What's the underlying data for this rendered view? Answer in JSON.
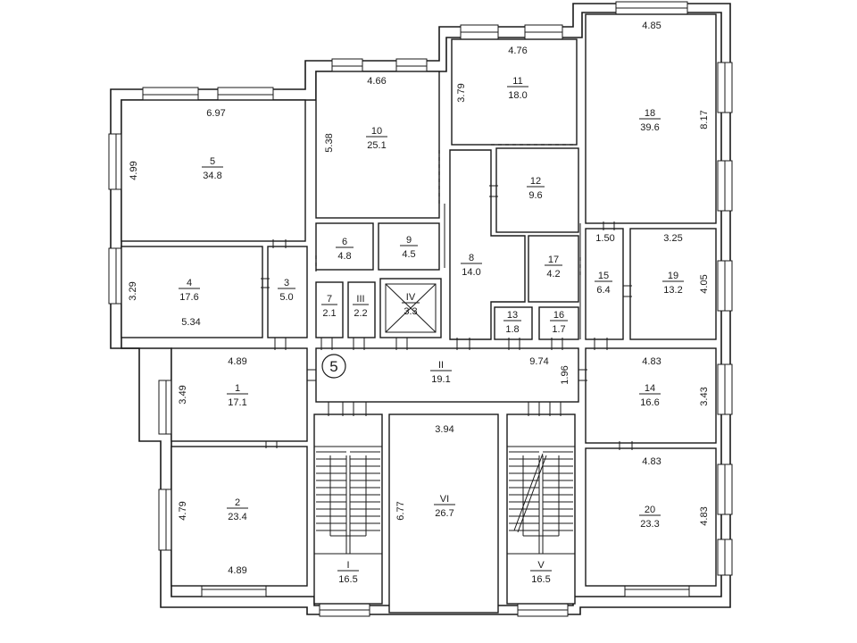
{
  "floor_marker": "5",
  "rooms": [
    {
      "id": "r5",
      "number": "5",
      "area": "34.8"
    },
    {
      "id": "r10",
      "number": "10",
      "area": "25.1"
    },
    {
      "id": "r11",
      "number": "11",
      "area": "18.0"
    },
    {
      "id": "r18",
      "number": "18",
      "area": "39.6"
    },
    {
      "id": "r12",
      "number": "12",
      "area": "9.6"
    },
    {
      "id": "r6",
      "number": "6",
      "area": "4.8"
    },
    {
      "id": "r9",
      "number": "9",
      "area": "4.5"
    },
    {
      "id": "r8",
      "number": "8",
      "area": "14.0"
    },
    {
      "id": "r17",
      "number": "17",
      "area": "4.2"
    },
    {
      "id": "r15",
      "number": "15",
      "area": "6.4"
    },
    {
      "id": "r19",
      "number": "19",
      "area": "13.2"
    },
    {
      "id": "r4",
      "number": "4",
      "area": "17.6"
    },
    {
      "id": "r3",
      "number": "3",
      "area": "5.0"
    },
    {
      "id": "r7",
      "number": "7",
      "area": "2.1"
    },
    {
      "id": "rIII",
      "number": "III",
      "area": "2.2"
    },
    {
      "id": "rIV",
      "number": "IV",
      "area": "3.3"
    },
    {
      "id": "r13",
      "number": "13",
      "area": "1.8"
    },
    {
      "id": "r16",
      "number": "16",
      "area": "1.7"
    },
    {
      "id": "r1",
      "number": "1",
      "area": "17.1"
    },
    {
      "id": "rII",
      "number": "II",
      "area": "19.1"
    },
    {
      "id": "r14",
      "number": "14",
      "area": "16.6"
    },
    {
      "id": "r2",
      "number": "2",
      "area": "23.4"
    },
    {
      "id": "rI",
      "number": "I",
      "area": "16.5"
    },
    {
      "id": "rVI",
      "number": "VI",
      "area": "26.7"
    },
    {
      "id": "rV",
      "number": "V",
      "area": "16.5"
    },
    {
      "id": "r20",
      "number": "20",
      "area": "23.3"
    }
  ],
  "dimensions": {
    "r5_w": "6.97",
    "r5_h": "4.99",
    "r10_w": "4.66",
    "r10_h": "5.38",
    "r11_w": "4.76",
    "r11_h": "3.79",
    "r18_w": "4.85",
    "r18_h": "8.17",
    "r19_w": "3.25",
    "r19_h": "4.05",
    "r15_w": "1.50",
    "r4_h": "3.29",
    "r4_w": "5.34",
    "r1_w": "4.89",
    "r1_h": "3.49",
    "rII_w": "9.74",
    "rII_h": "1.96",
    "r14_w": "4.83",
    "r14_h": "3.43",
    "r2_h": "4.79",
    "r2_w": "4.89",
    "rVI_w": "3.94",
    "rVI_h": "6.77",
    "r20_w": "4.83",
    "r20_h": "4.83"
  }
}
